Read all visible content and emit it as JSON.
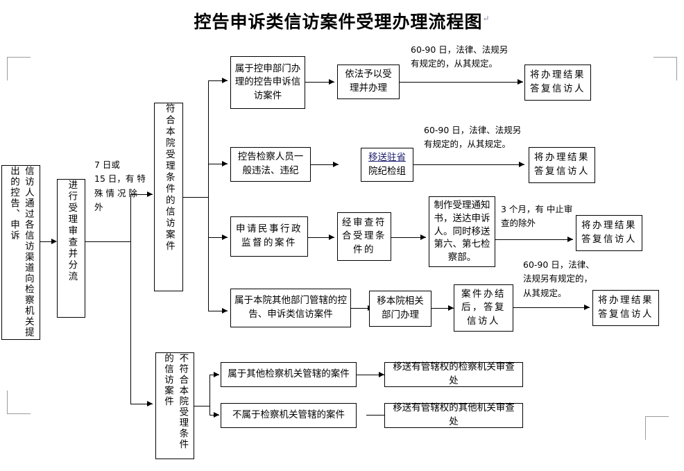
{
  "document": {
    "title": "控告申诉类信访案件受理办理流程图",
    "paragraph_mark": "↵"
  },
  "nodes": {
    "source": "信访人通过各信访渠道向检察机关提出的控告、申诉",
    "source_col_right": "访通各访道检机提的控告、申诉",
    "source_col_left": "信人过信渠向察关出",
    "review": "进行受理审查并分流",
    "accepted": "符合本院受理条件的信访案件",
    "rejected": "不符合本院受理条件的信访案件",
    "r1_case": "属于控申部门办理的控告申诉信访案件",
    "r1_action": "依法予以受理并办理",
    "r1_result": "将办理结果答复信访人",
    "r2_case": "控告检察人员一般违法、违纪",
    "r2_action_line1": "移送驻省",
    "r2_action_line2": "院纪检组",
    "r2_result": "将办理结果答复信访人",
    "r3_case": "申请民事行政监督的案件",
    "r3_check": "经审查符合受理条件的",
    "r3_notice": "制作受理通知书，送达申诉人。同时移送第六、第七检察部。",
    "r3_result": "将办理结果答复信访人",
    "r4_case": "属于本院其他部门管辖的控告、申诉类信访案件",
    "r4_action": "移本院相关部门办理",
    "r4_mid": "案件办结后，答复信访人",
    "r4_result": "将办理结果答复信访人",
    "r5_case": "属于其他检察机关管辖的案件",
    "r5_action": "移送有管辖权的检察机关审查处",
    "r6_case": "不属于检察机关管辖的案件",
    "r6_action": "移送有管辖权的其他机关审查处"
  },
  "edge_labels": {
    "deadline_intake_line1": "7 日或",
    "deadline_intake_line2": "15 日，有 特",
    "deadline_intake_line3": "殊 情 况 除",
    "deadline_intake_line4": "外",
    "deadline_r1_line1": "60-90 日，法律、法规另",
    "deadline_r1_line2": "有规定的，从其规定。",
    "deadline_r2_line1": "60-90 日，法律、法规另",
    "deadline_r2_line2": "有规定的，从其规定。",
    "deadline_r3_line1": "3 个月，有 中止审",
    "deadline_r3_line2": "查的除外",
    "deadline_r4_line1": "60-90 日，法律、",
    "deadline_r4_line2": "法规另有规定的，",
    "deadline_r4_line3": "从其规定。"
  },
  "colors": {
    "stroke": "#000000",
    "background": "#ffffff",
    "link": "#1f1f6e",
    "mark": "#8a8aa0",
    "corner_mark": "#9a9a9a"
  }
}
